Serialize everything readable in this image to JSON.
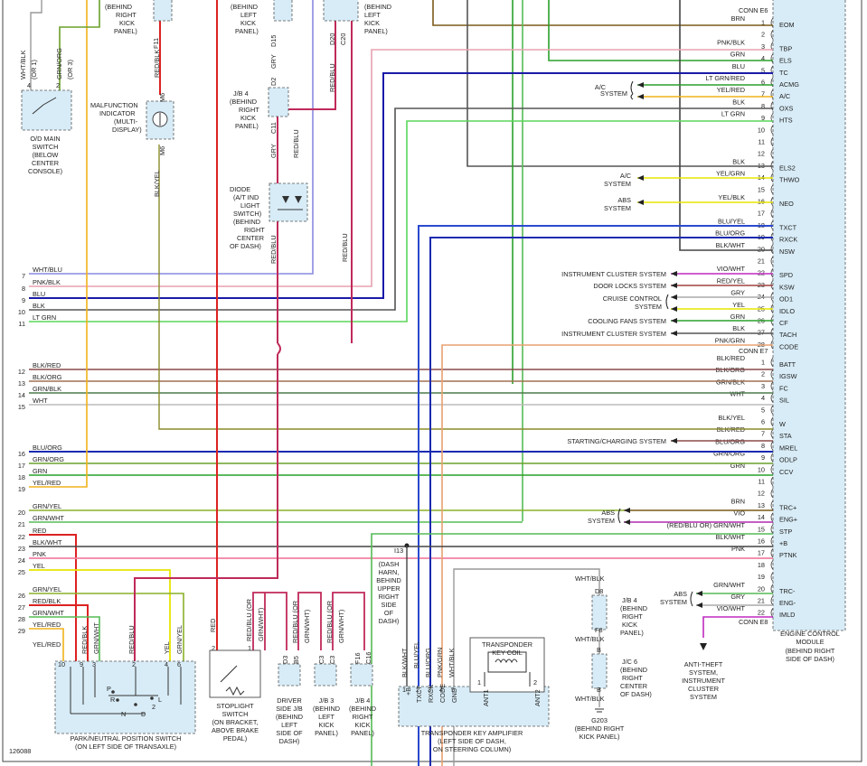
{
  "diagram_id": "126088",
  "colors": {
    "BRN": "#7a5a1a",
    "PNK/BLK": "#e8a0b0",
    "GRN": "#2aa02a",
    "BLU": "#1a1aa8",
    "LT GRN/RED": "#2aa02a",
    "YEL/RED": "#f2b21a",
    "BLK": "#555555",
    "LT GRN": "#5ad65a",
    "YEL/GRN": "#e6e600",
    "YEL/BLK": "#e6e600",
    "BLU/YEL": "#2a4ad0",
    "BLU/ORG": "#1a2ab0",
    "BLK/WHT": "#444444",
    "VIO/WHT": "#c02ac0",
    "RED/YEL": "#a04040",
    "GRY": "#aaaaaa",
    "YEL": "#e6e600",
    "PNK/GRN": "#e8a070",
    "BLK/RED": "#8a4a4a",
    "BLK/ORG": "#a07050",
    "GRN/BLK": "#4a7a4a",
    "WHT": "#bbbbbb",
    "BLK/YEL": "#8a8a2a",
    "GRN/ORG": "#6aa02a",
    "GRN/WHT": "#55bb55",
    "VIO": "#b02ab0",
    "PNK": "#f080a0",
    "WHT/BLU": "#8a8ae0",
    "RED": "#dd2222",
    "RED/BLU": "#c02a5a",
    "GRN/YEL": "#8ab02a",
    "WHT/BLK": "#999999",
    "ecm_fill": "#d8ecf7"
  },
  "ecm": {
    "title": [
      "ENGINE CONTROL",
      "MODULE",
      "(BEHIND RIGHT",
      "SIDE OF DASH)"
    ],
    "connectors": {
      "E6": "CONN E6",
      "E7": "CONN E7",
      "E8": "CONN E8"
    },
    "e6_pins": [
      {
        "pin": "1",
        "wire": "BRN",
        "name": "EOM"
      },
      {
        "pin": "2",
        "wire": "",
        "name": ""
      },
      {
        "pin": "3",
        "wire": "PNK/BLK",
        "name": "TBP"
      },
      {
        "pin": "4",
        "wire": "GRN",
        "name": "ELS"
      },
      {
        "pin": "5",
        "wire": "BLU",
        "name": "TC"
      },
      {
        "pin": "6",
        "wire": "LT GRN/RED",
        "name": "ACMG"
      },
      {
        "pin": "7",
        "wire": "YEL/RED",
        "name": "A/C"
      },
      {
        "pin": "8",
        "wire": "BLK",
        "name": "OXS"
      },
      {
        "pin": "9",
        "wire": "LT GRN",
        "name": "HTS"
      },
      {
        "pin": "10",
        "wire": "",
        "name": ""
      },
      {
        "pin": "11",
        "wire": "",
        "name": ""
      },
      {
        "pin": "12",
        "wire": "",
        "name": ""
      },
      {
        "pin": "13",
        "wire": "BLK",
        "name": "ELS2"
      },
      {
        "pin": "14",
        "wire": "YEL/GRN",
        "name": "THWO"
      },
      {
        "pin": "15",
        "wire": "",
        "name": ""
      },
      {
        "pin": "16",
        "wire": "YEL/BLK",
        "name": "NEO"
      },
      {
        "pin": "17",
        "wire": "",
        "name": ""
      },
      {
        "pin": "18",
        "wire": "BLU/YEL",
        "name": "TXCT"
      },
      {
        "pin": "19",
        "wire": "BLU/ORG",
        "name": "RXCK"
      },
      {
        "pin": "20",
        "wire": "BLK/WHT",
        "name": "NSW"
      },
      {
        "pin": "21",
        "wire": "",
        "name": ""
      },
      {
        "pin": "22",
        "wire": "VIO/WHT",
        "name": "SPD"
      },
      {
        "pin": "23",
        "wire": "RED/YEL",
        "name": "KSW"
      },
      {
        "pin": "24",
        "wire": "GRY",
        "name": "OD1"
      },
      {
        "pin": "25",
        "wire": "YEL",
        "name": "IDLO"
      },
      {
        "pin": "26",
        "wire": "GRN",
        "name": "CF"
      },
      {
        "pin": "27",
        "wire": "BLK",
        "name": "TACH"
      },
      {
        "pin": "28",
        "wire": "PNK/GRN",
        "name": "CODE"
      }
    ],
    "e7_pins": [
      {
        "pin": "1",
        "wire": "BLK/RED",
        "name": "BATT"
      },
      {
        "pin": "2",
        "wire": "BLK/ORG",
        "name": "IGSW"
      },
      {
        "pin": "3",
        "wire": "GRN/BLK",
        "name": "FC"
      },
      {
        "pin": "4",
        "wire": "WHT",
        "name": "SIL"
      },
      {
        "pin": "5",
        "wire": "",
        "name": ""
      },
      {
        "pin": "6",
        "wire": "BLK/YEL",
        "name": "W"
      },
      {
        "pin": "7",
        "wire": "BLK/RED",
        "name": "STA"
      },
      {
        "pin": "8",
        "wire": "BLU/ORG",
        "name": "MREL"
      },
      {
        "pin": "9",
        "wire": "GRN/ORG",
        "name": "ODLP"
      },
      {
        "pin": "10",
        "wire": "GRN",
        "name": "CCV"
      },
      {
        "pin": "11",
        "wire": "",
        "name": ""
      },
      {
        "pin": "12",
        "wire": "",
        "name": ""
      },
      {
        "pin": "13",
        "wire": "BRN",
        "name": "TRC+"
      },
      {
        "pin": "14",
        "wire": "VIO",
        "name": "ENG+"
      },
      {
        "pin": "15",
        "wire": "(RED/BLU OR) GRN/WHT",
        "name": "STP"
      },
      {
        "pin": "16",
        "wire": "BLK/WHT",
        "name": "+B"
      },
      {
        "pin": "17",
        "wire": "PNK",
        "name": "PTNK"
      },
      {
        "pin": "18",
        "wire": "",
        "name": ""
      },
      {
        "pin": "19",
        "wire": "",
        "name": ""
      },
      {
        "pin": "20",
        "wire": "GRN/WHT",
        "name": "TRC-"
      },
      {
        "pin": "21",
        "wire": "GRY",
        "name": "ENG-"
      },
      {
        "pin": "22",
        "wire": "VIO/WHT",
        "name": "IMLD"
      }
    ]
  },
  "left_wires_top": [
    {
      "num": "7",
      "wire": "WHT/BLU"
    },
    {
      "num": "8",
      "wire": "PNK/BLK"
    },
    {
      "num": "9",
      "wire": "BLU"
    },
    {
      "num": "10",
      "wire": "BLK"
    },
    {
      "num": "11",
      "wire": "LT GRN"
    }
  ],
  "left_wires_mid": [
    {
      "num": "12",
      "wire": "BLK/RED"
    },
    {
      "num": "13",
      "wire": "BLK/ORG"
    },
    {
      "num": "14",
      "wire": "GRN/BLK"
    },
    {
      "num": "15",
      "wire": "WHT"
    }
  ],
  "left_wires_low": [
    {
      "num": "16",
      "wire": "BLU/ORG"
    },
    {
      "num": "17",
      "wire": "GRN/ORG"
    },
    {
      "num": "18",
      "wire": "GRN"
    },
    {
      "num": "19",
      "wire": "YEL/RED"
    }
  ],
  "left_wires_bottom": [
    {
      "num": "20",
      "wire": "GRN/YEL"
    },
    {
      "num": "21",
      "wire": "GRN/WHT"
    },
    {
      "num": "22",
      "wire": "RED"
    },
    {
      "num": "23",
      "wire": "BLK/WHT"
    },
    {
      "num": "24",
      "wire": "PNK"
    },
    {
      "num": "25",
      "wire": "YEL"
    },
    {
      "num": "26",
      "wire": "GRN/YEL"
    },
    {
      "num": "27",
      "wire": "RED/BLK"
    },
    {
      "num": "28",
      "wire": "GRN/WHT"
    },
    {
      "num": "29",
      "wire": "YEL/RED"
    }
  ],
  "systems": {
    "ac_system_1": [
      "A/C",
      "SYSTEM"
    ],
    "ac_system_2": [
      "A/C",
      "SYSTEM"
    ],
    "abs_system_1": [
      "ABS",
      "SYSTEM"
    ],
    "instrument_cluster_1": "INSTRUMENT CLUSTER SYSTEM",
    "door_locks": "DOOR LOCKS SYSTEM",
    "cruise_control": [
      "CRUISE CONTROL",
      "SYSTEM"
    ],
    "cooling_fans": "COOLING FANS SYSTEM",
    "instrument_cluster_2": "INSTRUMENT CLUSTER SYSTEM",
    "starting_charging": "STARTING/CHARGING SYSTEM",
    "abs_system_2": [
      "ABS",
      "SYSTEM"
    ],
    "abs_system_3": [
      "ABS",
      "SYSTEM"
    ],
    "anti_theft": [
      "ANTI-THEFT",
      "SYSTEM,",
      "INSTRUMENT",
      "CLUSTER",
      "SYSTEM"
    ]
  },
  "components": {
    "od_main_switch": [
      "O/D MAIN",
      "SWITCH",
      "(BELOW",
      "CENTER",
      "CONSOLE)"
    ],
    "od_wires": [
      "WHT/BLK",
      "(OR 1)",
      "GRN/ORG",
      "(OR 3)"
    ],
    "od_pins": [
      "4",
      "2"
    ],
    "mil": [
      "MALFUNCTION",
      "INDICATOR",
      "(MULTI-",
      "DISPLAY)"
    ],
    "mil_pins": [
      "M6",
      "4",
      "M6",
      "7"
    ],
    "mil_wires": [
      "RED/BLK",
      "BLK/YEL"
    ],
    "behind_right_kick_top": [
      "(BEHIND",
      "RIGHT",
      "KICK",
      "PANEL)"
    ],
    "behind_left_kick_top": [
      "(BEHIND",
      "LEFT",
      "KICK",
      "PANEL)"
    ],
    "behind_left_kick_top2": [
      "(BEHIND",
      "LEFT",
      "KICK",
      "PANEL)"
    ],
    "jb4_mid": [
      "J/B 4",
      "(BEHIND",
      "RIGHT",
      "KICK",
      "PANEL)"
    ],
    "diode": [
      "DIODE",
      "(A/T IND",
      "LIGHT",
      "SWITCH)",
      "(BEHIND",
      "RIGHT",
      "CENTER",
      "OF DASH)"
    ],
    "top_pin_labels": [
      "F11",
      "D15",
      "D20",
      "C20",
      "D2",
      "C11"
    ],
    "mid_wires": [
      "GRY",
      "RED/BLU",
      "RED/BLU",
      "GRY",
      "RED/BLU",
      "RED/BLU"
    ],
    "park_neutral": [
      "PARK/NEUTRAL POSITION SWITCH",
      "(ON LEFT SIDE OF TRANSAXLE)"
    ],
    "pn_pins": [
      "10",
      "9",
      "3",
      "2",
      "4",
      "6"
    ],
    "pn_wires": [
      "YEL/RED",
      "RED/BLK",
      "GRN/WHT",
      "RED/BLU",
      "YEL",
      "GRN/YEL"
    ],
    "pn_positions": [
      "P",
      "R",
      "N",
      "D",
      "2",
      "L"
    ],
    "stoplight": [
      "STOPLIGHT",
      "SWITCH",
      "(ON BRACKET,",
      "ABOVE BRAKE",
      "PEDAL)"
    ],
    "stoplight_pins": [
      "2",
      "1"
    ],
    "stoplight_wires": [
      "RED",
      "RED/BLU (OR",
      "GRN/WHT)"
    ],
    "driver_jb": [
      "DRIVER",
      "SIDE J/B",
      "(BEHIND",
      "LEFT",
      "SIDE OF",
      "DASH)"
    ],
    "jb3": [
      "J/B 3",
      "(BEHIND",
      "LEFT",
      "KICK",
      "PANEL)"
    ],
    "jb4_low": [
      "J/B 4",
      "(BEHIND",
      "RIGHT",
      "KICK",
      "PANEL)"
    ],
    "low_jb_pins": [
      "D3",
      "B5",
      "C3",
      "C3",
      "F16",
      "C16"
    ],
    "low_jb_wires": [
      "RED/BLU (OR",
      "GRN/WHT)",
      "RED/BLU (OR",
      "GRN/WHT)",
      "RED/BLU (OR",
      "GRN/WHT)"
    ],
    "dash_harness": [
      "I13",
      "(DASH",
      "HARN,",
      "BEHIND",
      "UPPER",
      "RIGHT",
      "SIDE",
      "OF",
      "DASH)"
    ],
    "transponder_amp": [
      "TRANSPONDER KEY AMPLIFIER",
      "(LEFT SIDE OF DASH,",
      "ON STEERING COLUMN)"
    ],
    "transponder_pins": [
      "1",
      "2",
      "3",
      "4",
      "5"
    ],
    "transponder_pin_names": [
      "+B",
      "TXCT",
      "RXCK",
      "CODE",
      "GND",
      "ANT1",
      "ANT2"
    ],
    "transponder_wires": [
      "BLK/WHT",
      "BLU/YEL",
      "BLU/ORG",
      "PNK/GRN",
      "WHT/BLK"
    ],
    "transponder_coil": [
      "TRANSPONDER",
      "KEY COIL"
    ],
    "coil_pins": [
      "1",
      "2"
    ],
    "jb4_right": [
      "J/B 4",
      "(BEHIND",
      "RIGHT",
      "KICK",
      "PANEL)"
    ],
    "jb4_right_pins": [
      "D8",
      "F8"
    ],
    "jc6": [
      "J/C 6",
      "(BEHIND",
      "RIGHT",
      "CENTER",
      "OF DASH)"
    ],
    "jc6_pins": [
      "B",
      "B"
    ],
    "ground_wires": [
      "WHT/BLK",
      "WHT/BLK",
      "WHT/BLK"
    ],
    "ground": [
      "G203",
      "(BEHIND RIGHT",
      "KICK PANEL)"
    ]
  }
}
